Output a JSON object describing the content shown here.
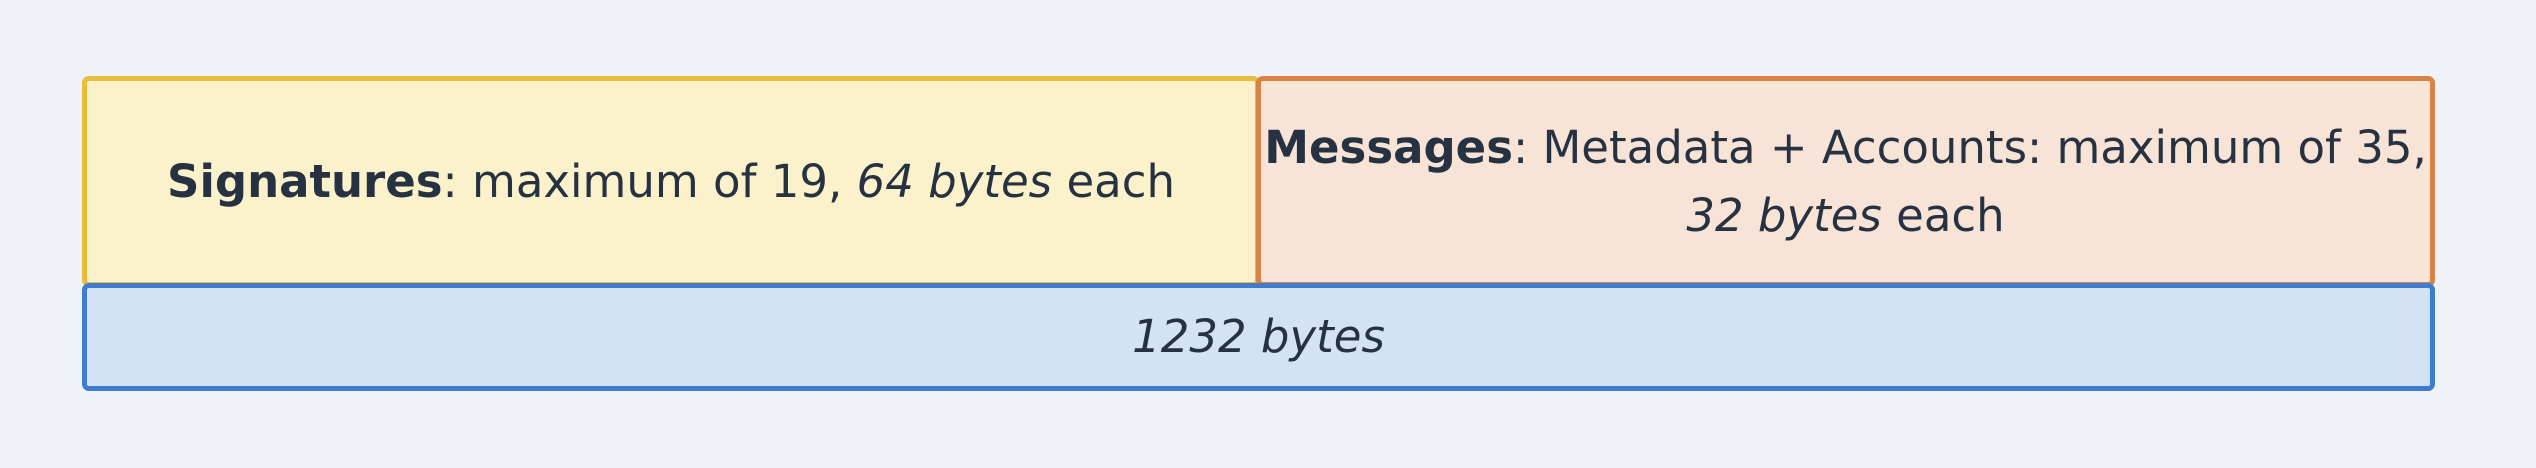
{
  "signatures": {
    "title": "Signatures",
    "separator": ": ",
    "text": "maximum of 19, ",
    "size": "64 bytes",
    "suffix": " each"
  },
  "messages": {
    "title": "Messages",
    "separator": ": ",
    "line1_text": "Metadata + Accounts: maximum of 35,",
    "size": "32 bytes",
    "suffix": " each"
  },
  "total": {
    "size": "1232 bytes"
  }
}
